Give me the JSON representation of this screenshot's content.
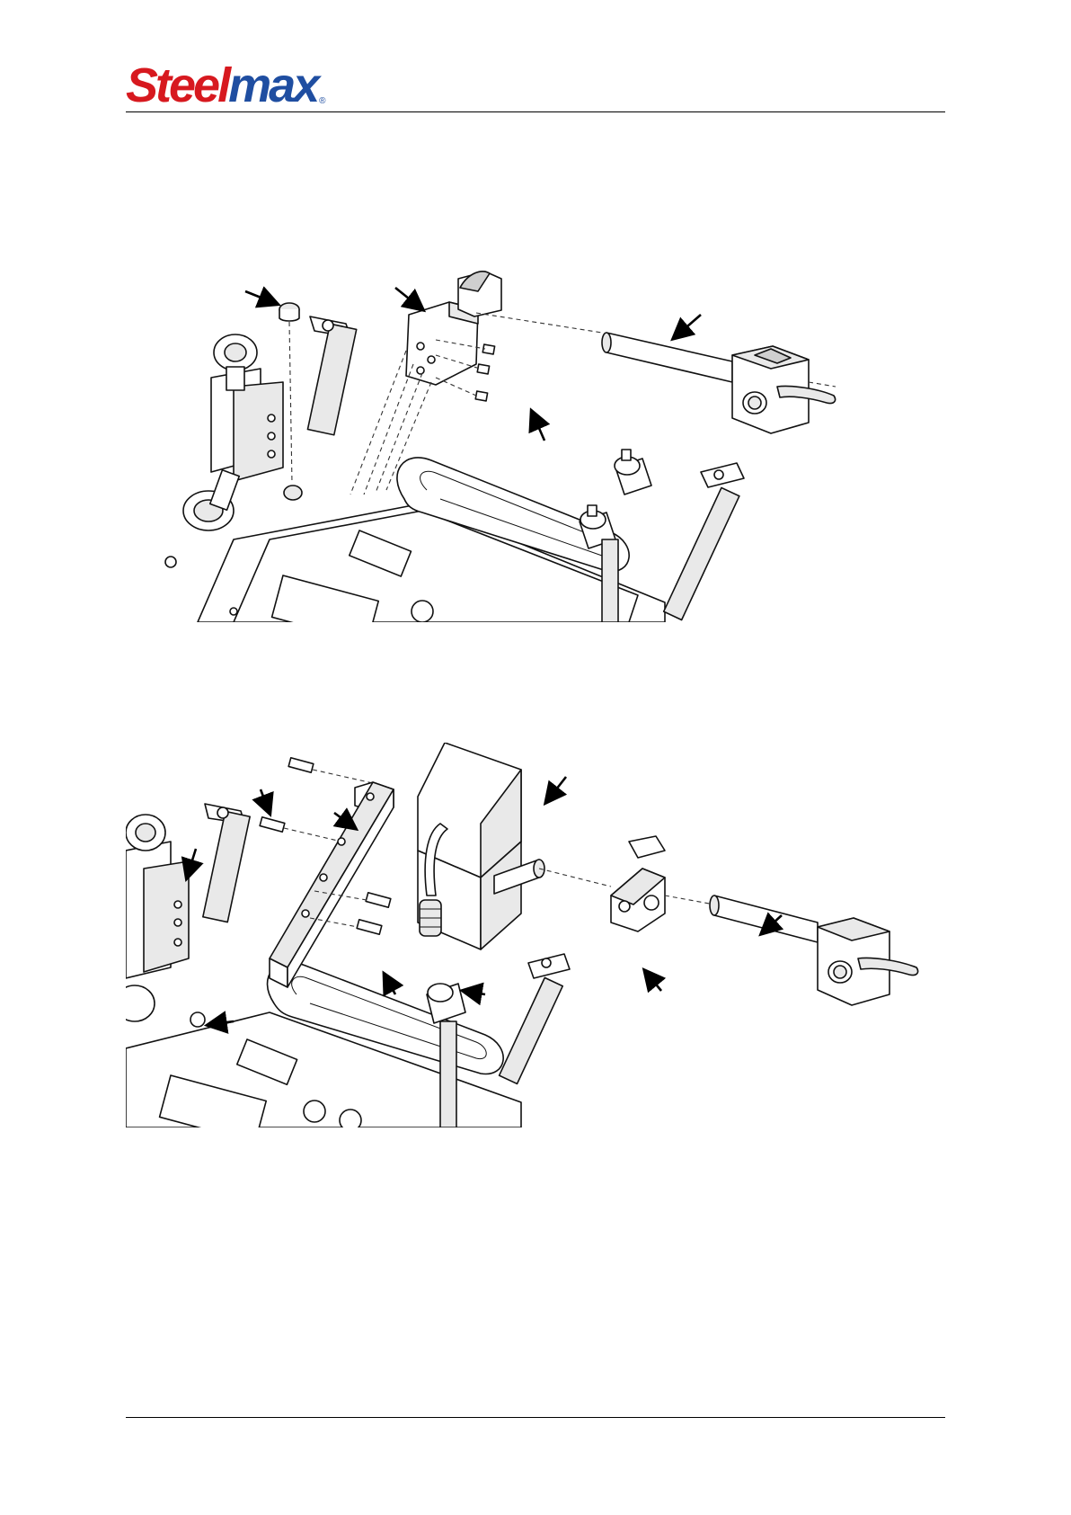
{
  "header": {
    "logo_part1": "Steel",
    "logo_part2": "max",
    "logo_mark": "®"
  },
  "figures": [
    {
      "name": "figure-1",
      "icon": "exploded-assembly-diagram"
    },
    {
      "name": "figure-2",
      "icon": "exploded-assembly-diagram"
    }
  ],
  "colors": {
    "logo_red": "#d7191f",
    "logo_blue": "#1f4ea1"
  }
}
